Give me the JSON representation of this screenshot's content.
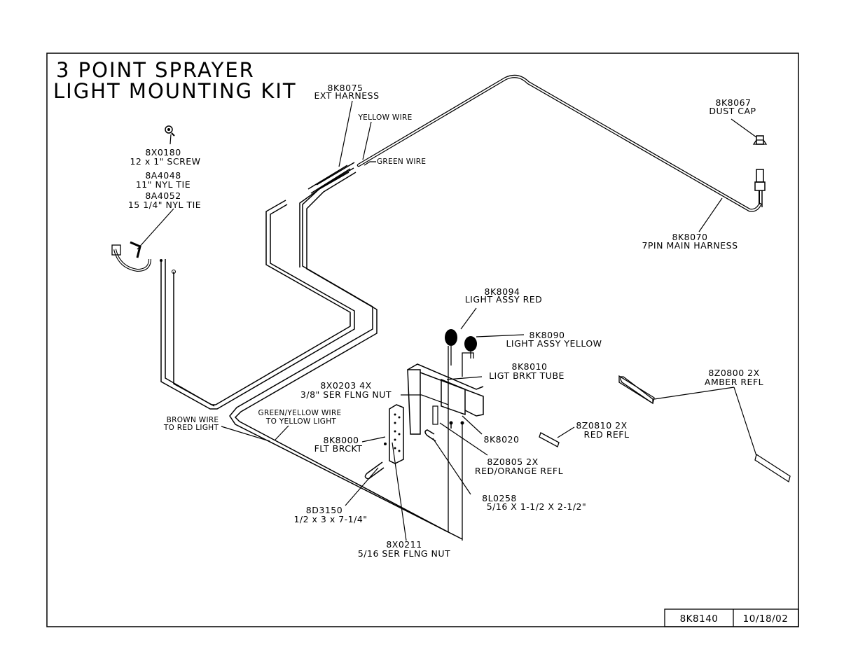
{
  "title": {
    "line1": "3 POINT SPRAYER",
    "line2": "LIGHT MOUNTING KIT"
  },
  "parts": {
    "ext_harness": {
      "num": "8K8075",
      "desc": "EXT HARNESS"
    },
    "yellow_wire": "YELLOW WIRE",
    "green_wire": "GREEN WIRE",
    "dust_cap": {
      "num": "8K8067",
      "desc": "DUST CAP"
    },
    "main_harness": {
      "num": "8K8070",
      "desc": "7PIN MAIN HARNESS"
    },
    "screw": {
      "num": "8X0180",
      "desc": "12 x 1\" SCREW"
    },
    "nyl_tie_11": {
      "num": "8A4048",
      "desc": "11\" NYL TIE"
    },
    "nyl_tie_15": {
      "num": "8A4052",
      "desc": "15 1/4\" NYL TIE"
    },
    "light_red": {
      "num": "8K8094",
      "desc": "LIGHT ASSY RED"
    },
    "light_yellow": {
      "num": "8K8090",
      "desc": "LIGHT ASSY YELLOW"
    },
    "brkt_tube": {
      "num": "8K8010",
      "desc": "LIGT BRKT TUBE"
    },
    "flng_nut_38": {
      "num": "8X0203 4X",
      "desc": "3/8\" SER FLNG NUT"
    },
    "amber_refl": {
      "num": "8Z0800 2X",
      "desc": "AMBER REFL"
    },
    "brown_wire": {
      "line1": "BROWN WIRE",
      "line2": "TO RED LIGHT"
    },
    "green_yellow_wire": {
      "line1": "GREEN/YELLOW WIRE",
      "line2": "TO YELLOW LIGHT"
    },
    "flt_brckt": {
      "num": "8K8000",
      "desc": "FLT BRCKT"
    },
    "part_8k8020": "8K8020",
    "red_refl": {
      "num": "8Z0810 2X",
      "desc": "RED REFL"
    },
    "red_orange_refl": {
      "num": "8Z0805 2X",
      "desc": "RED/ORANGE REFL"
    },
    "u_bolt_large": {
      "num": "8D3150",
      "desc": "1/2 x 3 x 7-1/4\""
    },
    "u_bolt_small": {
      "num": "8L0258",
      "desc": "5/16 X 1-1/2 X 2-1/2\""
    },
    "flng_nut_516": {
      "num": "8X0211",
      "desc": "5/16 SER FLNG NUT"
    }
  },
  "title_block": {
    "drawing_number": "8K8140",
    "date": "10/18/02"
  }
}
